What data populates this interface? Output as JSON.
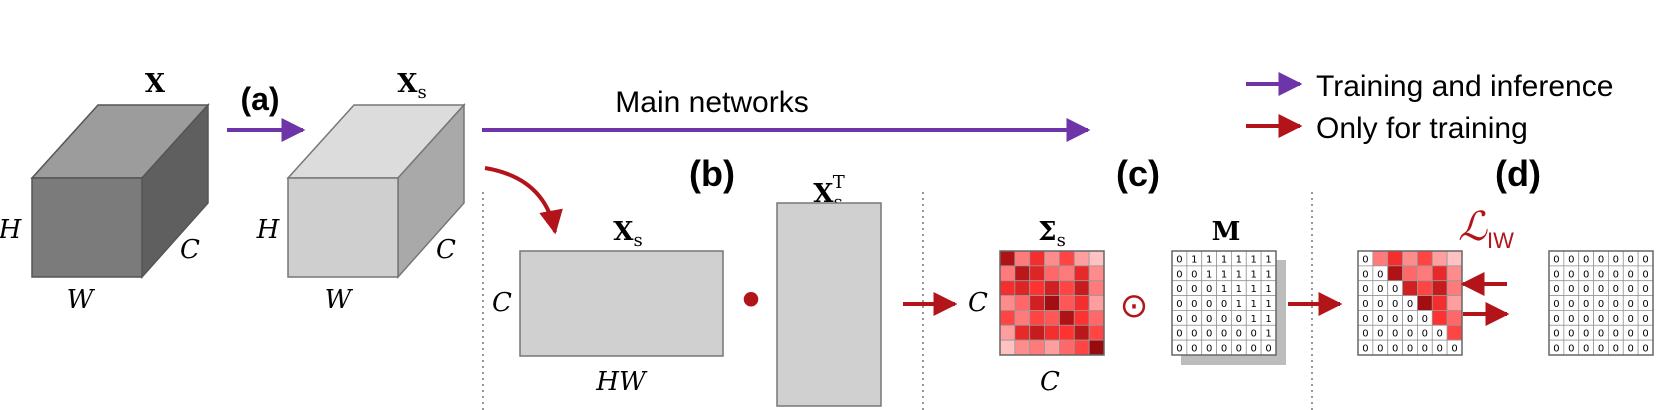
{
  "colors": {
    "purple": "#6e35a8",
    "red": "#b3141a",
    "cube_dark_front": "#7b7b7b",
    "cube_dark_top": "#9c9c9c",
    "cube_dark_side": "#5f5f5f",
    "cube_light_front": "#cfcfcf",
    "cube_light_top": "#dcdcdc",
    "cube_light_side": "#a9a9a9",
    "gray_fill": "#d0d0d0"
  },
  "legend": {
    "train_infer": "Training and inference",
    "train_only": "Only for training"
  },
  "cube_x": {
    "label": "X",
    "h": "H",
    "w": "W",
    "c": "C"
  },
  "cube_xs": {
    "label": "X",
    "label_sub": "s",
    "h": "H",
    "w": "W",
    "c": "C"
  },
  "step_a": "(a)",
  "main_networks": "Main networks",
  "panel_b": {
    "tag": "(b)",
    "xs_label": "X",
    "xs_sub": "s",
    "rows": "C",
    "cols": "HW",
    "xst_label": "X",
    "xst_sub": "s",
    "xst_sup": "T",
    "op": "•"
  },
  "panel_c": {
    "tag": "(c)",
    "sigma_label": "Σ",
    "sigma_sub": "s",
    "rows": "C",
    "cols": "C",
    "mask_label": "M",
    "op": "⊙",
    "mask_rows": [
      [
        "0",
        "1",
        "1",
        "1",
        "1",
        "1",
        "1"
      ],
      [
        "0",
        "0",
        "1",
        "1",
        "1",
        "1",
        "1"
      ],
      [
        "0",
        "0",
        "0",
        "1",
        "1",
        "1",
        "1"
      ],
      [
        "0",
        "0",
        "0",
        "0",
        "1",
        "1",
        "1"
      ],
      [
        "0",
        "0",
        "0",
        "0",
        "0",
        "1",
        "1"
      ],
      [
        "0",
        "0",
        "0",
        "0",
        "0",
        "0",
        "1"
      ],
      [
        "0",
        "0",
        "0",
        "0",
        "0",
        "0",
        "0"
      ]
    ]
  },
  "panel_d": {
    "tag": "(d)",
    "loss_symbol": "ℒ",
    "loss_sub": "IW",
    "upper_rows": [
      [
        "0",
        "",
        "",
        "",
        "",
        "",
        ""
      ],
      [
        "0",
        "0",
        "",
        "",
        "",
        "",
        ""
      ],
      [
        "0",
        "0",
        "0",
        "",
        "",
        "",
        ""
      ],
      [
        "0",
        "0",
        "0",
        "0",
        "",
        "",
        ""
      ],
      [
        "0",
        "0",
        "0",
        "0",
        "0",
        "",
        ""
      ],
      [
        "0",
        "0",
        "0",
        "0",
        "0",
        "0",
        ""
      ],
      [
        "0",
        "0",
        "0",
        "0",
        "0",
        "0",
        "0"
      ]
    ],
    "zero_rows": [
      [
        "0",
        "0",
        "0",
        "0",
        "0",
        "0",
        "0"
      ],
      [
        "0",
        "0",
        "0",
        "0",
        "0",
        "0",
        "0"
      ],
      [
        "0",
        "0",
        "0",
        "0",
        "0",
        "0",
        "0"
      ],
      [
        "0",
        "0",
        "0",
        "0",
        "0",
        "0",
        "0"
      ],
      [
        "0",
        "0",
        "0",
        "0",
        "0",
        "0",
        "0"
      ],
      [
        "0",
        "0",
        "0",
        "0",
        "0",
        "0",
        "0"
      ],
      [
        "0",
        "0",
        "0",
        "0",
        "0",
        "0",
        "0"
      ]
    ]
  },
  "heatmap_sigma": [
    [
      0.85,
      0.3,
      0.55,
      0.25,
      0.45,
      0.2,
      0.1
    ],
    [
      0.3,
      0.8,
      0.65,
      0.35,
      0.3,
      0.6,
      0.25
    ],
    [
      0.55,
      0.65,
      0.5,
      0.7,
      0.45,
      0.75,
      0.3
    ],
    [
      0.25,
      0.35,
      0.7,
      0.9,
      0.4,
      0.55,
      0.2
    ],
    [
      0.45,
      0.3,
      0.45,
      0.4,
      0.85,
      0.5,
      0.35
    ],
    [
      0.2,
      0.6,
      0.75,
      0.55,
      0.5,
      0.8,
      0.45
    ],
    [
      0.1,
      0.25,
      0.3,
      0.2,
      0.35,
      0.45,
      0.95
    ]
  ],
  "heatmap_upper": [
    [
      0,
      0.3,
      0.55,
      0.25,
      0.45,
      0.2,
      0.1
    ],
    [
      0,
      0,
      0.85,
      0.35,
      0.3,
      0.6,
      0.25
    ],
    [
      0,
      0,
      0,
      0.7,
      0.45,
      0.75,
      0.3
    ],
    [
      0,
      0,
      0,
      0,
      0.9,
      0.55,
      0.2
    ],
    [
      0,
      0,
      0,
      0,
      0,
      0.5,
      0.35
    ],
    [
      0,
      0,
      0,
      0,
      0,
      0,
      0.45
    ],
    [
      0,
      0,
      0,
      0,
      0,
      0,
      0
    ]
  ]
}
